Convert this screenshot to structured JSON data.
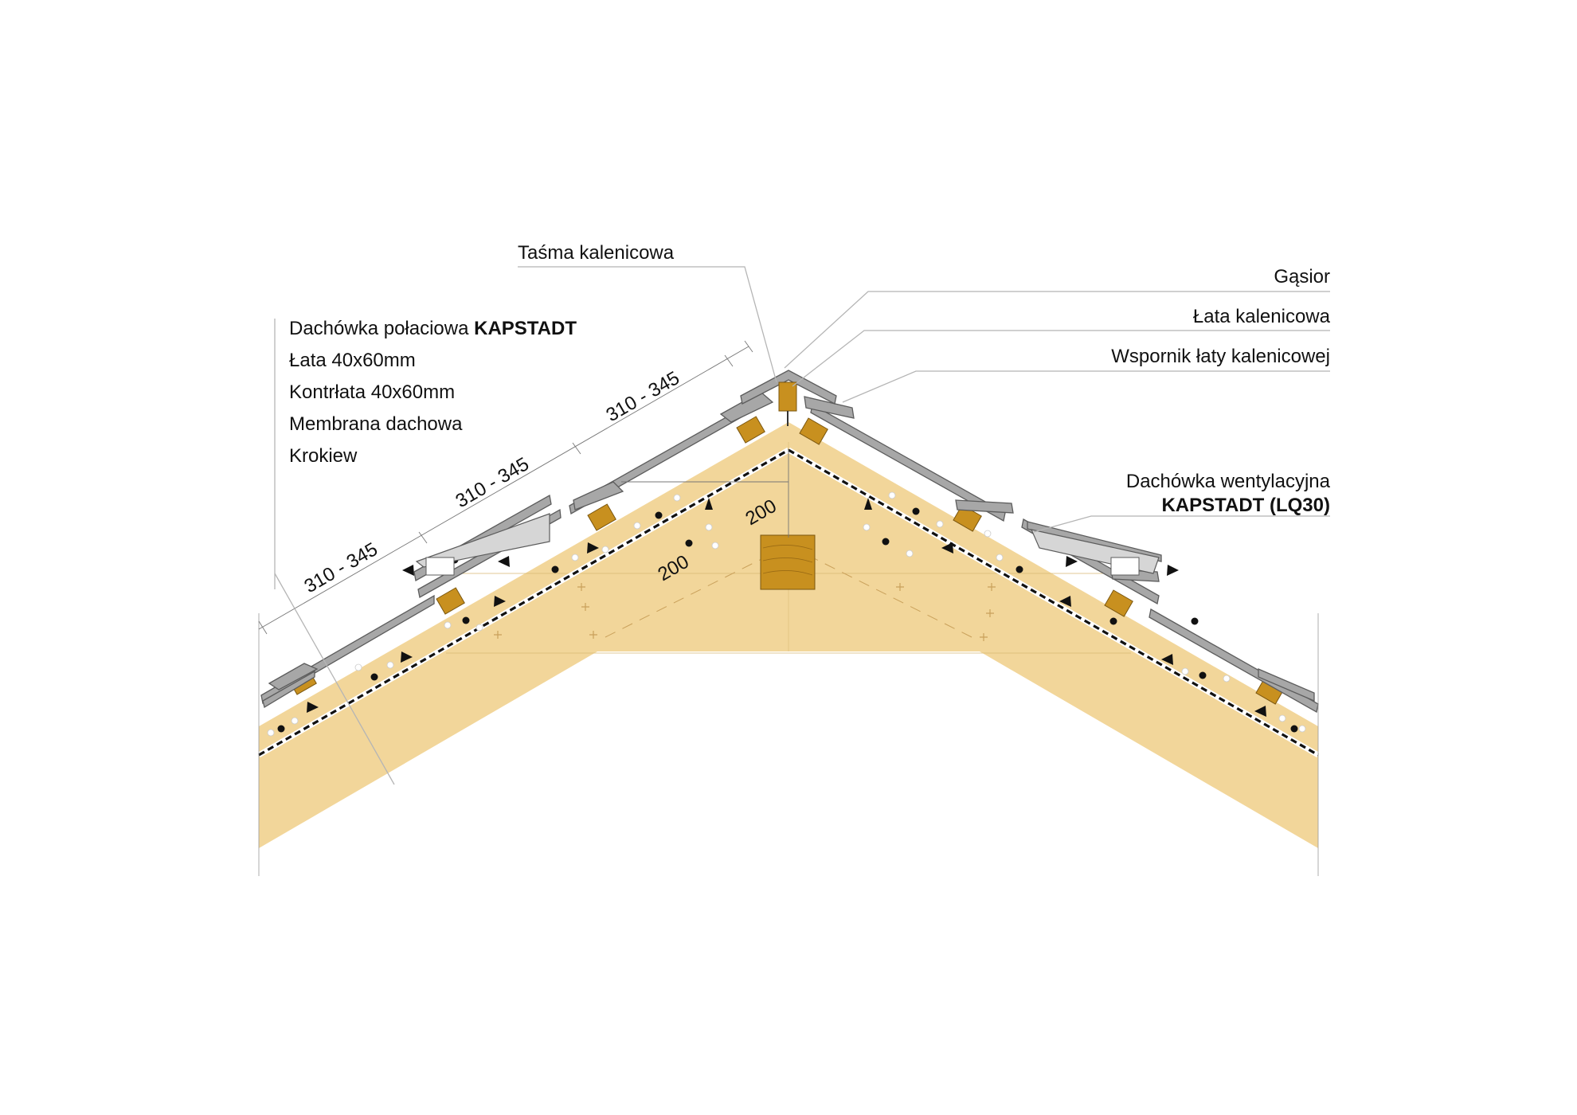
{
  "labels": {
    "ridge_tape": "Taśma kalenicowa",
    "ridge_tile": "Gąsior",
    "ridge_batten": "Łata kalenicowa",
    "ridge_batten_support": "Wspornik łaty kalenicowej",
    "layers": {
      "roof_tile_prefix": "Dachówka połaciowa ",
      "roof_tile_model": "KAPSTADT",
      "batten": "Łata 40x60mm",
      "counter_batten": "Kontrłata 40x60mm",
      "membrane": "Membrana dachowa",
      "rafter": "Krokiew"
    },
    "vent_tile_line1": "Dachówka wentylacyjna",
    "vent_tile_line2": "KAPSTADT (LQ30)"
  },
  "dimensions": {
    "tile_spacing_1": "310 - 345",
    "tile_spacing_2": "310 - 345",
    "tile_spacing_3": "310 - 345",
    "rafter_depth": "200",
    "beam_size": "200"
  },
  "colors": {
    "timber": "#f2d69a",
    "batten": "#c8901f",
    "tile": "#a7a7a7",
    "tile_outline": "#5c5c5c",
    "membrane": "#111111",
    "leader": "#b5b5b5"
  }
}
